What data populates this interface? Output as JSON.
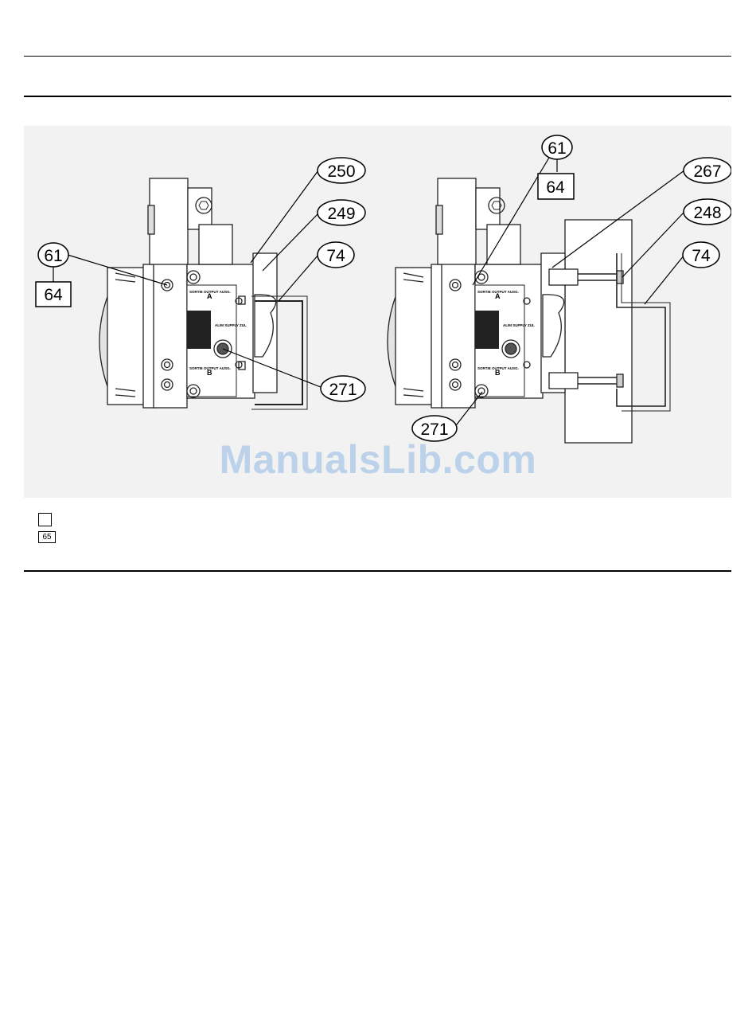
{
  "figure_left": {
    "callouts": [
      "61",
      "250",
      "249",
      "74",
      "271"
    ],
    "box_label": "64",
    "plate": {
      "output_a": "SORTIE OUTPUT AUSG.",
      "letter_a": "A",
      "supply": "ALIM SUPPLY ZUL",
      "output_b": "SORTIE OUTPUT AUSG.",
      "letter_b": "B"
    }
  },
  "figure_right": {
    "callouts": [
      "61",
      "267",
      "248",
      "74",
      "271"
    ],
    "box_label": "64",
    "plate": {
      "output_a": "SORTIE OUTPUT AUSG.",
      "letter_a": "A",
      "supply": "ALIM SUPPLY ZUL",
      "output_b": "SORTIE OUTPUT AUSG.",
      "letter_b": "B"
    }
  },
  "watermark": "ManualsLib.com",
  "legend": {
    "box_label": "65"
  }
}
